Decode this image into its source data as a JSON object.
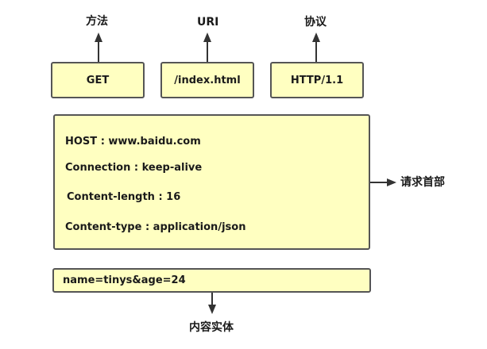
{
  "request_line": {
    "method": {
      "value": "GET",
      "label": "方法"
    },
    "uri": {
      "value": "/index.html",
      "label": "URI"
    },
    "protocol": {
      "value": "HTTP/1.1",
      "label": "协议"
    }
  },
  "headers": {
    "label": "请求首部",
    "lines": [
      "HOST : www.baidu.com",
      "Connection : keep-alive",
      "Content-length : 16",
      "Content-type : application/json"
    ]
  },
  "body": {
    "value": "name=tinys&age=24",
    "label": "内容实体"
  },
  "colors": {
    "box_fill": "#ffffc1",
    "box_border": "#555555",
    "arrow": "#333333",
    "text": "#1a1a1a"
  }
}
